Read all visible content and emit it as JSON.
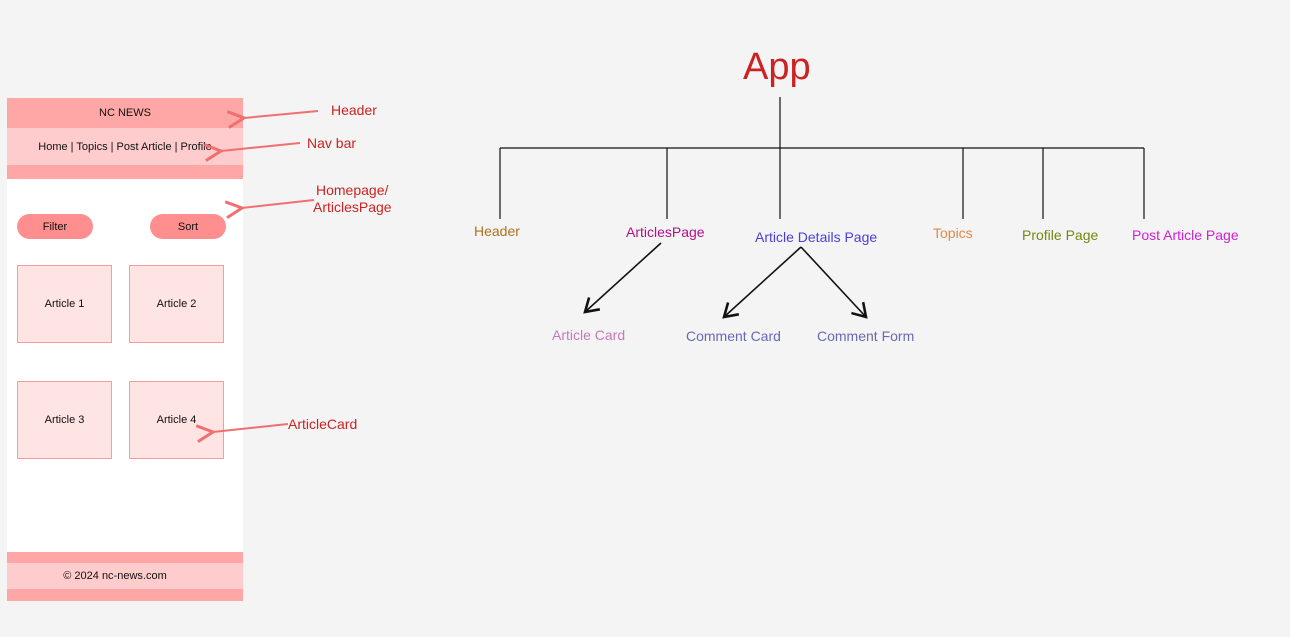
{
  "wireframe": {
    "header_title": "NC NEWS",
    "nav_text": "Home | Topics | Post Article | Profile",
    "filter_label": "Filter",
    "sort_label": "Sort",
    "cards": [
      "Article 1",
      "Article 2",
      "Article 3",
      "Article 4"
    ],
    "footer_text": "© 2024 nc-news.com"
  },
  "annotations": {
    "header": "Header",
    "nav_bar": "Nav bar",
    "homepage_line1": "Homepage/",
    "homepage_line2": "ArticlesPage",
    "article_card": "ArticleCard",
    "color": "#cc2222",
    "arrow_color": "#f07070"
  },
  "tree": {
    "root": "App",
    "children": [
      {
        "label": "Header",
        "color": "#b07020"
      },
      {
        "label": "ArticlesPage",
        "color": "#b0108a"
      },
      {
        "label": "Article Details Page",
        "color": "#4a3fd6"
      },
      {
        "label": "Topics",
        "color": "#e08a4a"
      },
      {
        "label": "Profile Page",
        "color": "#6f8a10"
      },
      {
        "label": "Post Article Page",
        "color": "#d020d6"
      }
    ],
    "grandchildren": [
      {
        "label": "Article Card",
        "parent": "ArticlesPage",
        "color": "#c878b8"
      },
      {
        "label": "Comment Card",
        "parent": "Article Details Page",
        "color": "#6868b8"
      },
      {
        "label": "Comment Form",
        "parent": "Article Details Page",
        "color": "#6868b8"
      }
    ]
  },
  "colors": {
    "header_bg": "#ffa6a6",
    "nav_bg": "#ffcccd",
    "button_bg": "#ff8f8f",
    "card_bg": "#ffe4e4",
    "card_border": "#f79b9b"
  }
}
